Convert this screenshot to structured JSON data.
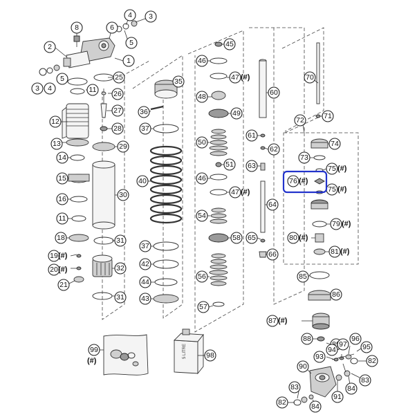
{
  "callouts": [
    {
      "id": "c1",
      "label": "1"
    },
    {
      "id": "c2",
      "label": "2"
    },
    {
      "id": "c3a",
      "label": "3"
    },
    {
      "id": "c3b",
      "label": "3"
    },
    {
      "id": "c4a",
      "label": "4"
    },
    {
      "id": "c4b",
      "label": "4"
    },
    {
      "id": "c5a",
      "label": "5"
    },
    {
      "id": "c5b",
      "label": "5"
    },
    {
      "id": "c6",
      "label": "6"
    },
    {
      "id": "c8",
      "label": "8"
    },
    {
      "id": "c11a",
      "label": "11"
    },
    {
      "id": "c11b",
      "label": "11"
    },
    {
      "id": "c12",
      "label": "12"
    },
    {
      "id": "c13",
      "label": "13"
    },
    {
      "id": "c14",
      "label": "14"
    },
    {
      "id": "c15",
      "label": "15"
    },
    {
      "id": "c16",
      "label": "16"
    },
    {
      "id": "c18",
      "label": "18"
    },
    {
      "id": "c19",
      "label": "19"
    },
    {
      "id": "c20",
      "label": "20"
    },
    {
      "id": "c21",
      "label": "21"
    },
    {
      "id": "c25",
      "label": "25"
    },
    {
      "id": "c26",
      "label": "26"
    },
    {
      "id": "c27",
      "label": "27"
    },
    {
      "id": "c28",
      "label": "28"
    },
    {
      "id": "c29",
      "label": "29"
    },
    {
      "id": "c30",
      "label": "30"
    },
    {
      "id": "c31a",
      "label": "31"
    },
    {
      "id": "c31b",
      "label": "31"
    },
    {
      "id": "c32",
      "label": "32"
    },
    {
      "id": "c35",
      "label": "35"
    },
    {
      "id": "c36",
      "label": "36"
    },
    {
      "id": "c37a",
      "label": "37"
    },
    {
      "id": "c37b",
      "label": "37"
    },
    {
      "id": "c40",
      "label": "40"
    },
    {
      "id": "c42",
      "label": "42"
    },
    {
      "id": "c43",
      "label": "43"
    },
    {
      "id": "c44",
      "label": "44"
    },
    {
      "id": "c45",
      "label": "45"
    },
    {
      "id": "c46a",
      "label": "46"
    },
    {
      "id": "c46b",
      "label": "46"
    },
    {
      "id": "c47a",
      "label": "47"
    },
    {
      "id": "c47b",
      "label": "47"
    },
    {
      "id": "c48",
      "label": "48"
    },
    {
      "id": "c49",
      "label": "49"
    },
    {
      "id": "c50",
      "label": "50"
    },
    {
      "id": "c51",
      "label": "51"
    },
    {
      "id": "c54",
      "label": "54"
    },
    {
      "id": "c56",
      "label": "56"
    },
    {
      "id": "c57",
      "label": "57"
    },
    {
      "id": "c58",
      "label": "58"
    },
    {
      "id": "c60",
      "label": "60"
    },
    {
      "id": "c61",
      "label": "61"
    },
    {
      "id": "c62",
      "label": "62"
    },
    {
      "id": "c63",
      "label": "63"
    },
    {
      "id": "c64",
      "label": "64"
    },
    {
      "id": "c65",
      "label": "65"
    },
    {
      "id": "c66",
      "label": "66"
    },
    {
      "id": "c70",
      "label": "70"
    },
    {
      "id": "c71",
      "label": "71"
    },
    {
      "id": "c72",
      "label": "72"
    },
    {
      "id": "c73",
      "label": "73"
    },
    {
      "id": "c74",
      "label": "74"
    },
    {
      "id": "c75a",
      "label": "75"
    },
    {
      "id": "c75b",
      "label": "75"
    },
    {
      "id": "c76",
      "label": "76"
    },
    {
      "id": "c79",
      "label": "79"
    },
    {
      "id": "c80",
      "label": "80"
    },
    {
      "id": "c81",
      "label": "81"
    },
    {
      "id": "c82a",
      "label": "82"
    },
    {
      "id": "c82b",
      "label": "82"
    },
    {
      "id": "c83a",
      "label": "83"
    },
    {
      "id": "c83b",
      "label": "83"
    },
    {
      "id": "c84a",
      "label": "84"
    },
    {
      "id": "c84b",
      "label": "84"
    },
    {
      "id": "c85",
      "label": "85"
    },
    {
      "id": "c86",
      "label": "86"
    },
    {
      "id": "c87",
      "label": "87"
    },
    {
      "id": "c88",
      "label": "88"
    },
    {
      "id": "c89",
      "label": "89"
    },
    {
      "id": "c90",
      "label": "90"
    },
    {
      "id": "c91",
      "label": "91"
    },
    {
      "id": "c93",
      "label": "93"
    },
    {
      "id": "c94",
      "label": "94"
    },
    {
      "id": "c95",
      "label": "95"
    },
    {
      "id": "c96",
      "label": "96"
    },
    {
      "id": "c97",
      "label": "97"
    },
    {
      "id": "c98",
      "label": "98"
    },
    {
      "id": "c99",
      "label": "99"
    }
  ],
  "hash_marker": "(#)",
  "oil_can_label": "5 LITRE",
  "highlight_color": "#2233cc"
}
